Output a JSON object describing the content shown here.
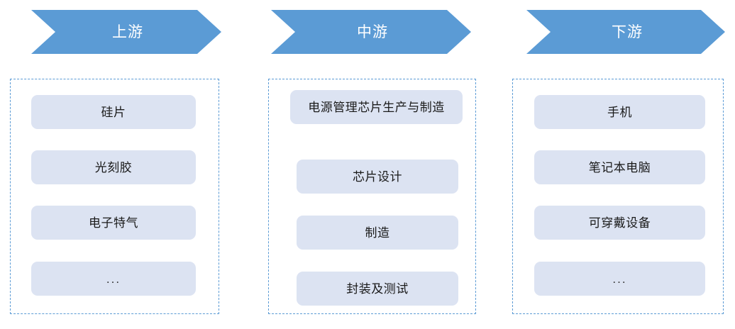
{
  "diagram": {
    "type": "industry-value-chain",
    "accent_color": "#5b9bd5",
    "chip_color": "#dce3f2",
    "columns": [
      {
        "key": "upstream",
        "header": "上游",
        "items": [
          {
            "label": "硅片"
          },
          {
            "label": "光刻胶"
          },
          {
            "label": "电子特气"
          },
          {
            "label": "..."
          }
        ]
      },
      {
        "key": "midstream",
        "header": "中游",
        "items": [
          {
            "label": "电源管理芯片生产与制造"
          },
          {
            "label": "芯片设计"
          },
          {
            "label": "制造"
          },
          {
            "label": "封装及测试"
          }
        ]
      },
      {
        "key": "downstream",
        "header": "下游",
        "items": [
          {
            "label": "手机"
          },
          {
            "label": "笔记本电脑"
          },
          {
            "label": "可穿戴设备"
          },
          {
            "label": "..."
          }
        ]
      }
    ]
  }
}
